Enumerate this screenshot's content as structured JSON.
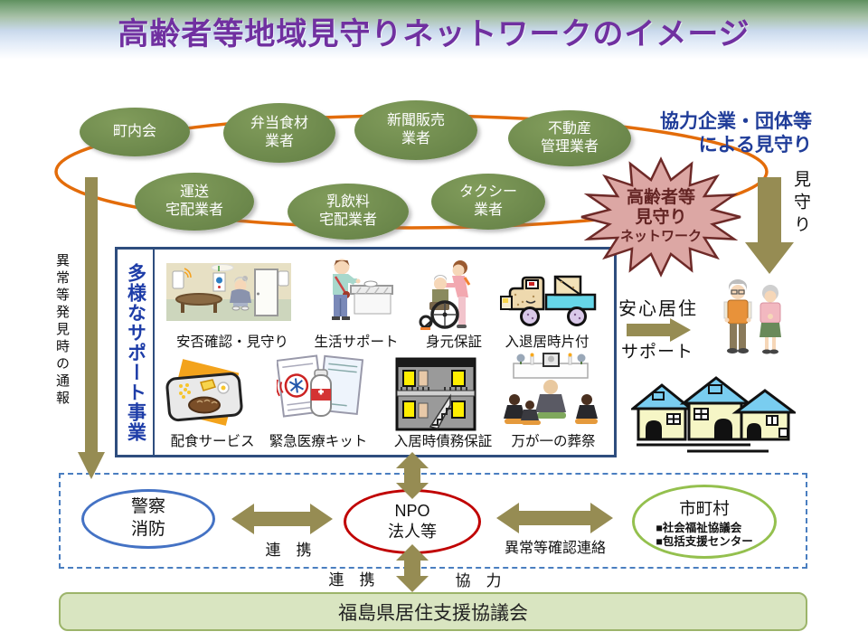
{
  "title": "高齢者等地域見守りネットワークのイメージ",
  "top_network": {
    "partners": [
      {
        "label": "町内会"
      },
      {
        "label": "弁当食材\n業者"
      },
      {
        "label": "新聞販売\n業者"
      },
      {
        "label": "不動産\n管理業者"
      },
      {
        "label": "運送\n宅配業者"
      },
      {
        "label": "乳飲料\n宅配業者"
      },
      {
        "label": "タクシー\n業者"
      }
    ],
    "coop_note": "協力企業・団体等\nによる見守り",
    "starburst": {
      "line1": "高齢者等",
      "line2": "見守り",
      "line3": "ネットワーク"
    },
    "watch_label": "見守り"
  },
  "left_note": "異常等発見時の通報",
  "support_box": {
    "title": "多様なサポート事業",
    "services": [
      {
        "label": "安否確認・見守り"
      },
      {
        "label": "生活サポート"
      },
      {
        "label": "身元保証"
      },
      {
        "label": "入退居時片付"
      },
      {
        "label": "配食サービス"
      },
      {
        "label": "緊急医療キット"
      },
      {
        "label": "入居時債務保証"
      },
      {
        "label": "万が一の葬祭"
      }
    ]
  },
  "residence": {
    "line1": "安心居住",
    "line2": "サポート"
  },
  "bottom_network": {
    "police": "警察\n消防",
    "npo": "NPO\n法人等",
    "municipality": "市町村",
    "municipality_bullets": "■社会福祉協議会\n■包括支援センター",
    "link_label": "連　携",
    "report_label": "異常等確認連絡"
  },
  "footer": {
    "link_label": "連　携",
    "coop_label": "協　力",
    "council": "福島県居住支援協議会"
  },
  "colors": {
    "title_purple": "#7030a0",
    "partner_green": "#6f8a4d",
    "ring_orange": "#e36c0a",
    "starburst_pink": "#dca7a4",
    "starburst_border": "#6e2a28",
    "headline_blue": "#203d99",
    "arrow_olive": "#968c53",
    "box_border_blue": "#2e4d7e",
    "police_blue": "#4472c4",
    "npo_red": "#c00000",
    "municipality_green": "#94c04e",
    "council_bar_fill": "#d9e5c1"
  }
}
